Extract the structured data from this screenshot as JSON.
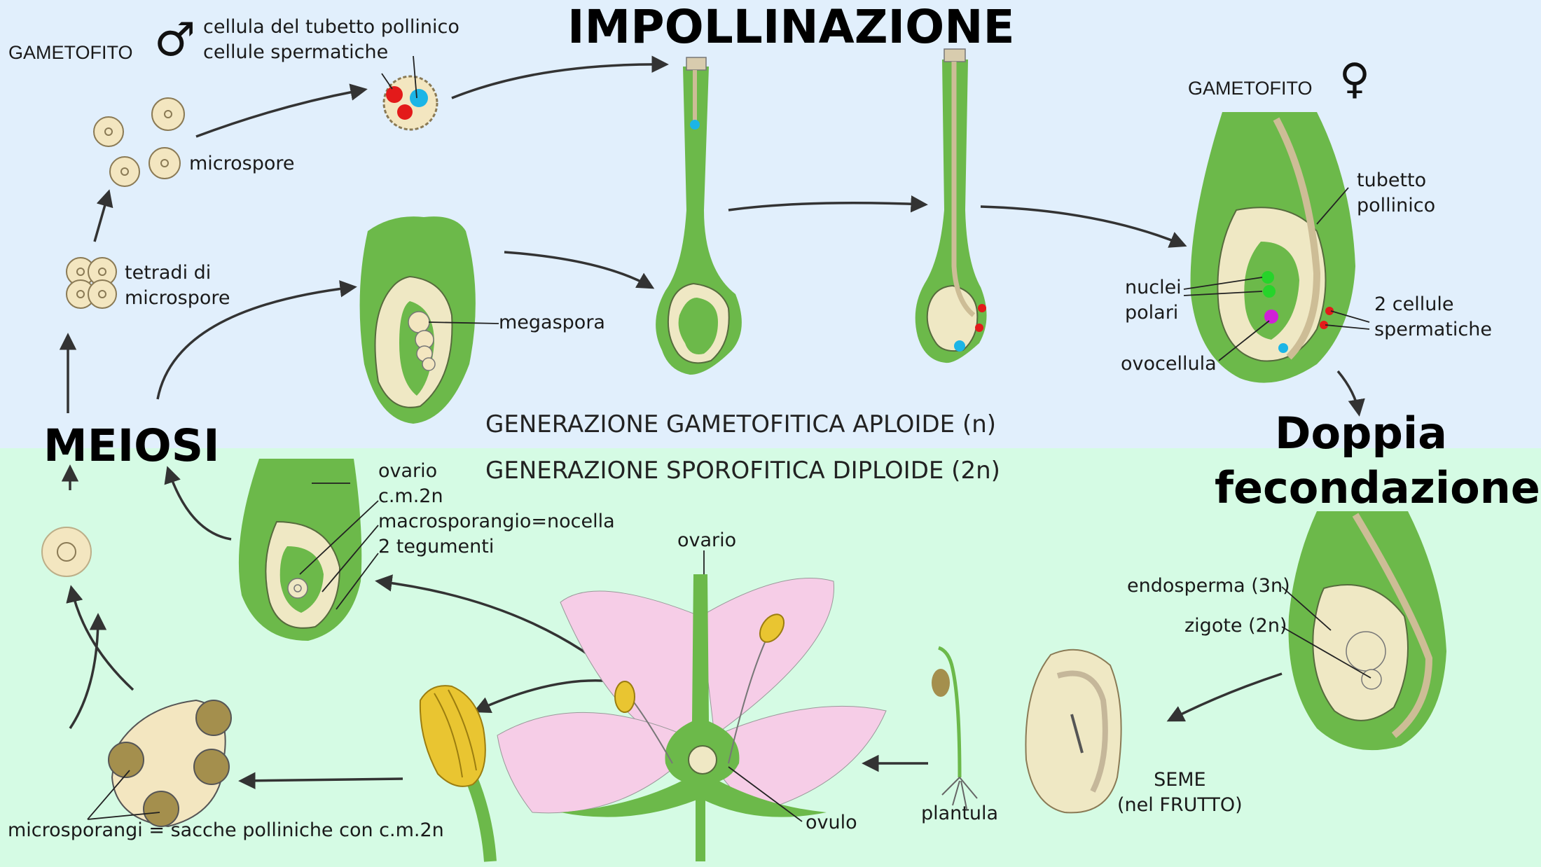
{
  "titles": {
    "impollinazione": "IMPOLLINAZIONE",
    "meiosi": "MEIOSI",
    "doppia_line1": "Doppia",
    "doppia_line2": "fecondazione"
  },
  "generations": {
    "haploid": "GENERAZIONE GAMETOFITICA APLOIDE (n)",
    "diploid": "GENERAZIONE SPOROFITICA DIPLOIDE (2n)"
  },
  "labels": {
    "gametofito_m": "GAMETOFITO",
    "male_symbol": "♂",
    "cellula_tubetto": "cellula del tubetto pollinico",
    "cellule_spermatiche": "cellule spermatiche",
    "microspore": "microspore",
    "tetradi_1": "tetradi di",
    "tetradi_2": "microspore",
    "megaspora": "megaspora",
    "gametofito_f": "GAMETOFITO",
    "female_symbol": "♀",
    "tubetto_1": "tubetto",
    "tubetto_2": "pollinico",
    "nuclei_1": "nuclei",
    "nuclei_2": "polari",
    "due_cellule_1": "2 cellule",
    "due_cellule_2": "spermatiche",
    "ovocellula": "ovocellula",
    "ovario_small": "ovario",
    "cm2n": "c.m.2n",
    "macrosporangio": "macrosporangio=nocella",
    "tegumenti": "2 tegumenti",
    "ovario_flower": "ovario",
    "endosperma": "endosperma (3n)",
    "zigote": "zigote (2n)",
    "seme_1": "SEME",
    "seme_2": "(nel FRUTTO)",
    "plantula": "plantula",
    "ovulo": "ovulo",
    "microsporangi": "microsporangi = sacche polliniche con c.m.2n"
  },
  "colors": {
    "haploid_bg": "#e1effc",
    "diploid_bg": "#d5fbe4",
    "tissue_green": "#6cb94a",
    "cream": "#efe8c4",
    "pollen_tan": "#f3e6c0",
    "petal_pink": "#f6cde7",
    "anther_yellow": "#e9c531",
    "sperm_red": "#e31a1a",
    "tube_cyan": "#1cb5e6",
    "polar_green": "#26d42a",
    "egg_magenta": "#d020d8"
  }
}
